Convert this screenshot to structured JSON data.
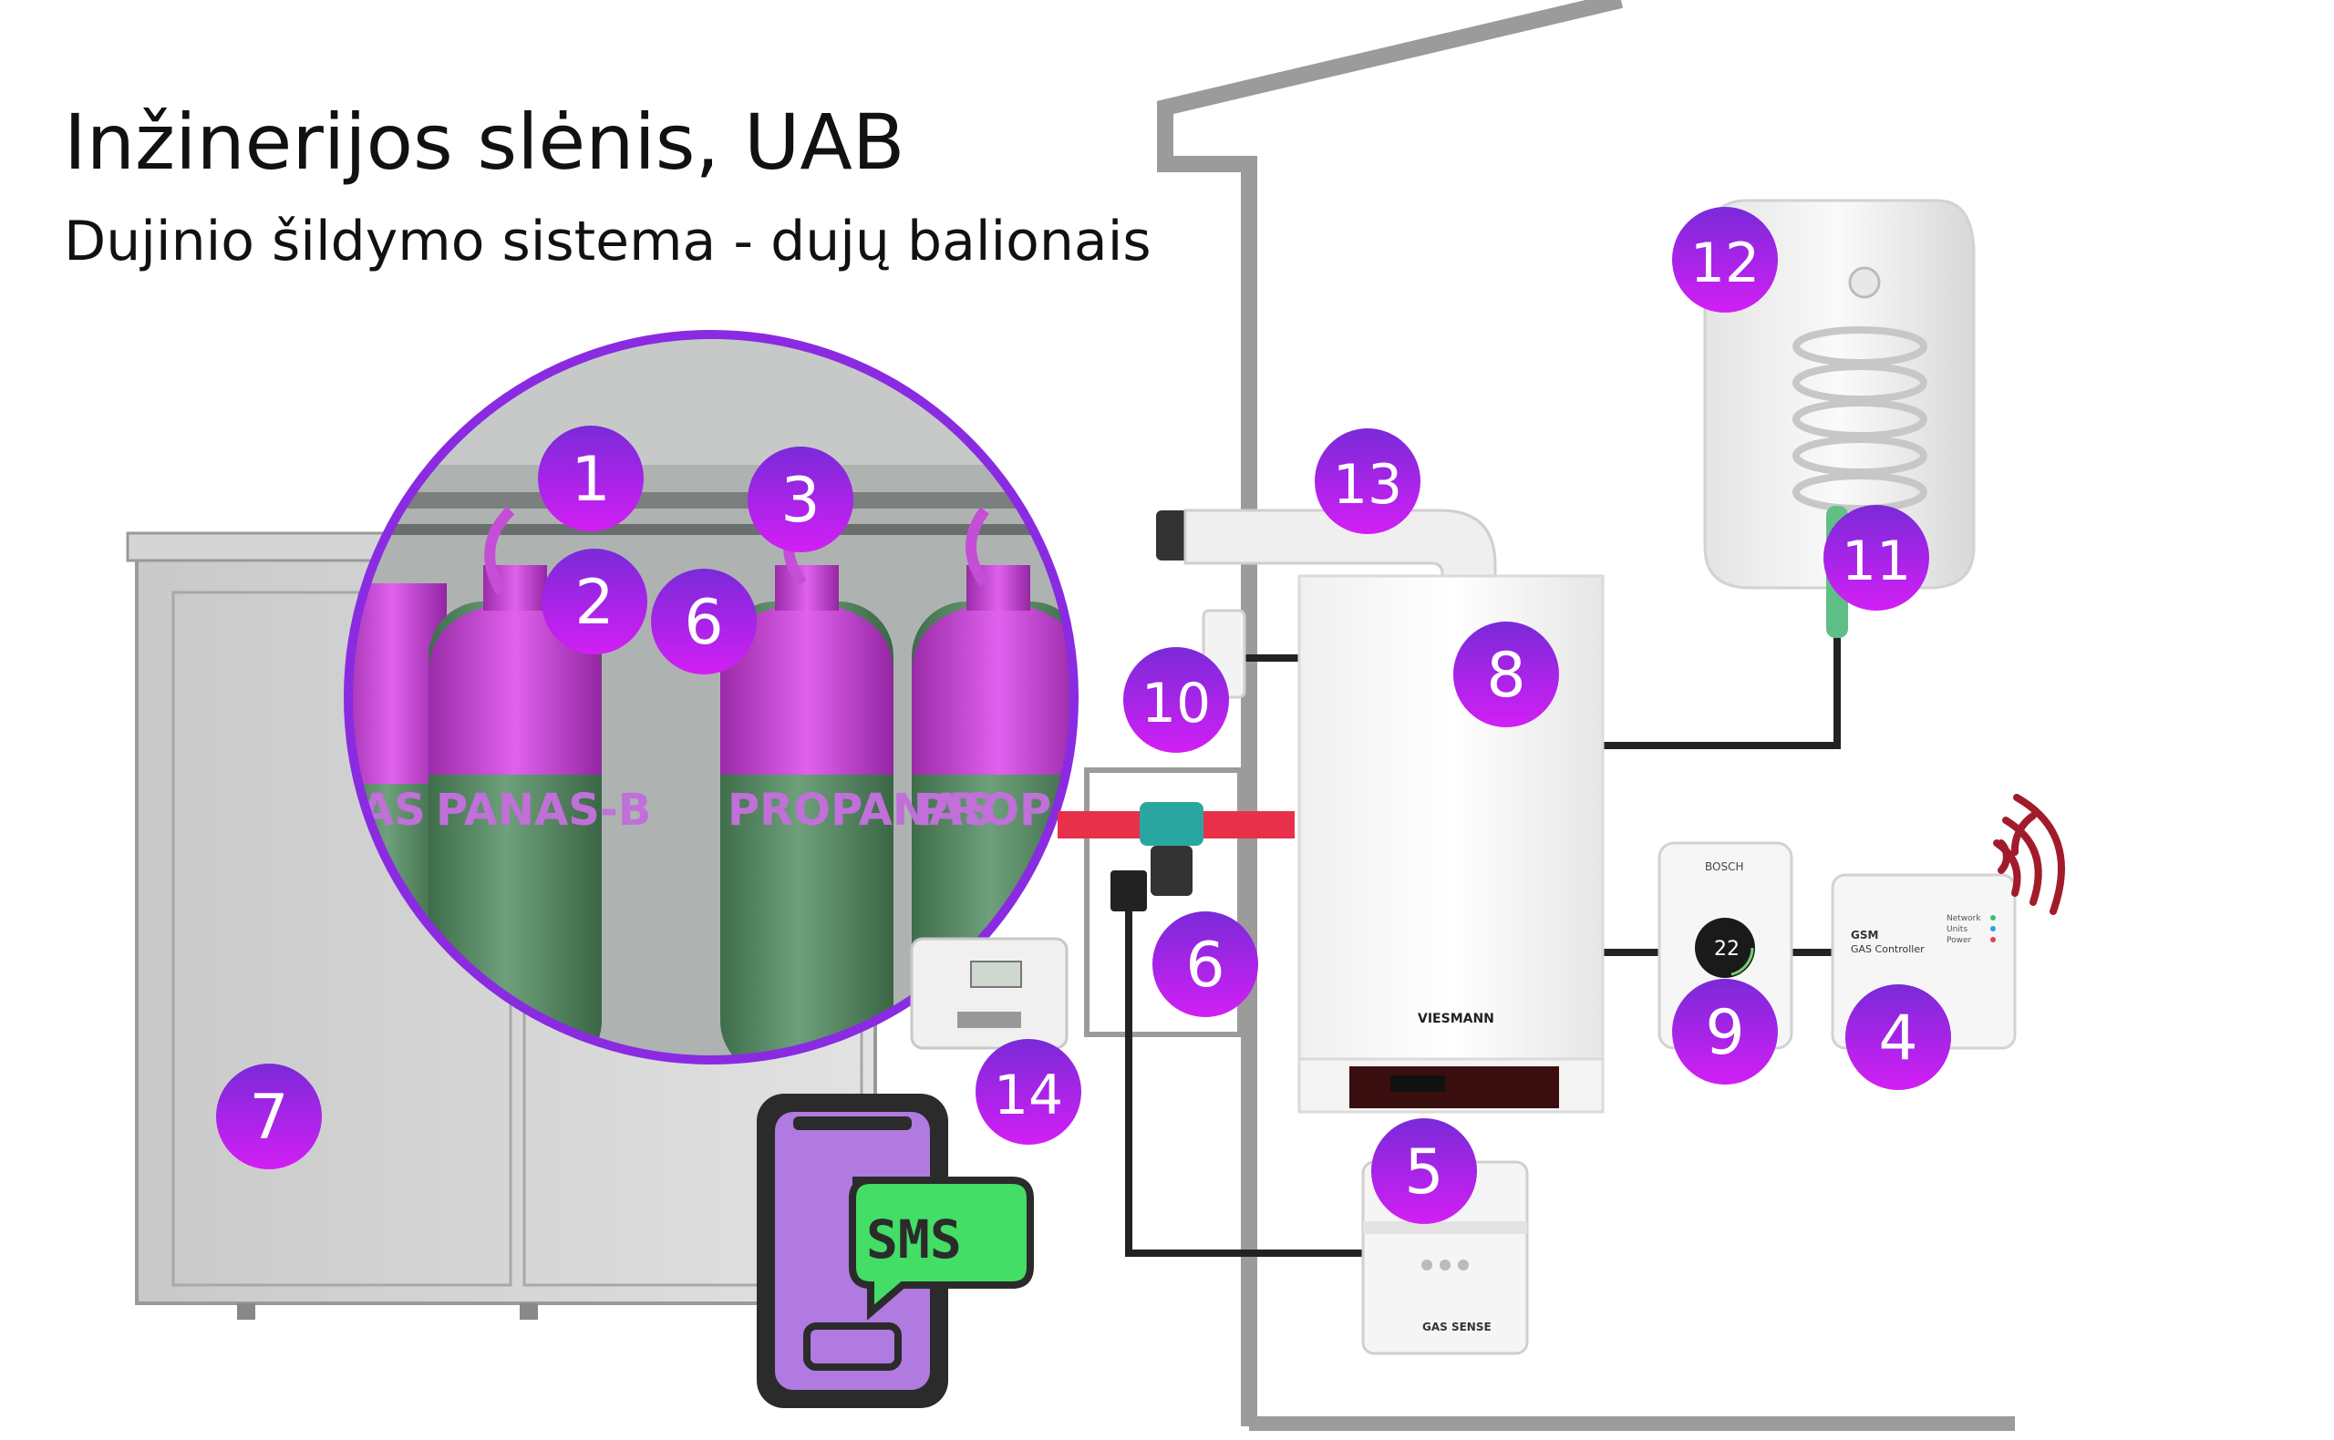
{
  "header": {
    "title": "Inžinerijos slėnis, UAB",
    "subtitle": "Dujinio šildymo sistema - dujų balionais"
  },
  "colors": {
    "badge_top": "#8a2be2",
    "badge_bottom": "#d020ff",
    "badge_text": "#ffffff",
    "house_wall": "#9a9a9a",
    "gas_pipe": "#e8304a",
    "cylinder_cap": "#c040d0",
    "cylinder_body": "#5a8f68",
    "sms_bubble": "#44dd66",
    "phone_body": "#b07ae0"
  },
  "badges": [
    {
      "id": "1",
      "label": "1"
    },
    {
      "id": "2",
      "label": "2"
    },
    {
      "id": "3",
      "label": "3"
    },
    {
      "id": "6a",
      "label": "6"
    },
    {
      "id": "7",
      "label": "7"
    },
    {
      "id": "8",
      "label": "8"
    },
    {
      "id": "10",
      "label": "10"
    },
    {
      "id": "6b",
      "label": "6"
    },
    {
      "id": "14",
      "label": "14"
    },
    {
      "id": "5",
      "label": "5"
    },
    {
      "id": "9",
      "label": "9"
    },
    {
      "id": "4",
      "label": "4"
    },
    {
      "id": "11",
      "label": "11"
    },
    {
      "id": "12",
      "label": "12"
    },
    {
      "id": "13",
      "label": "13"
    }
  ],
  "labels": {
    "cylinder_text_1": "PANAS-B",
    "cylinder_text_2": "PROPANAS",
    "cylinder_text_3": "PROPA",
    "cylinder_text_4": "AS",
    "sms": "SMS",
    "boiler_brand": "VIESMANN",
    "thermostat_brand": "BOSCH",
    "thermostat_temp": "22",
    "gsm_title": "GSM",
    "gsm_subtitle": "GAS Controller",
    "gsm_led_1": "Network",
    "gsm_led_2": "Units",
    "gsm_led_3": "Power",
    "gas_sense": "GAS SENSE"
  }
}
